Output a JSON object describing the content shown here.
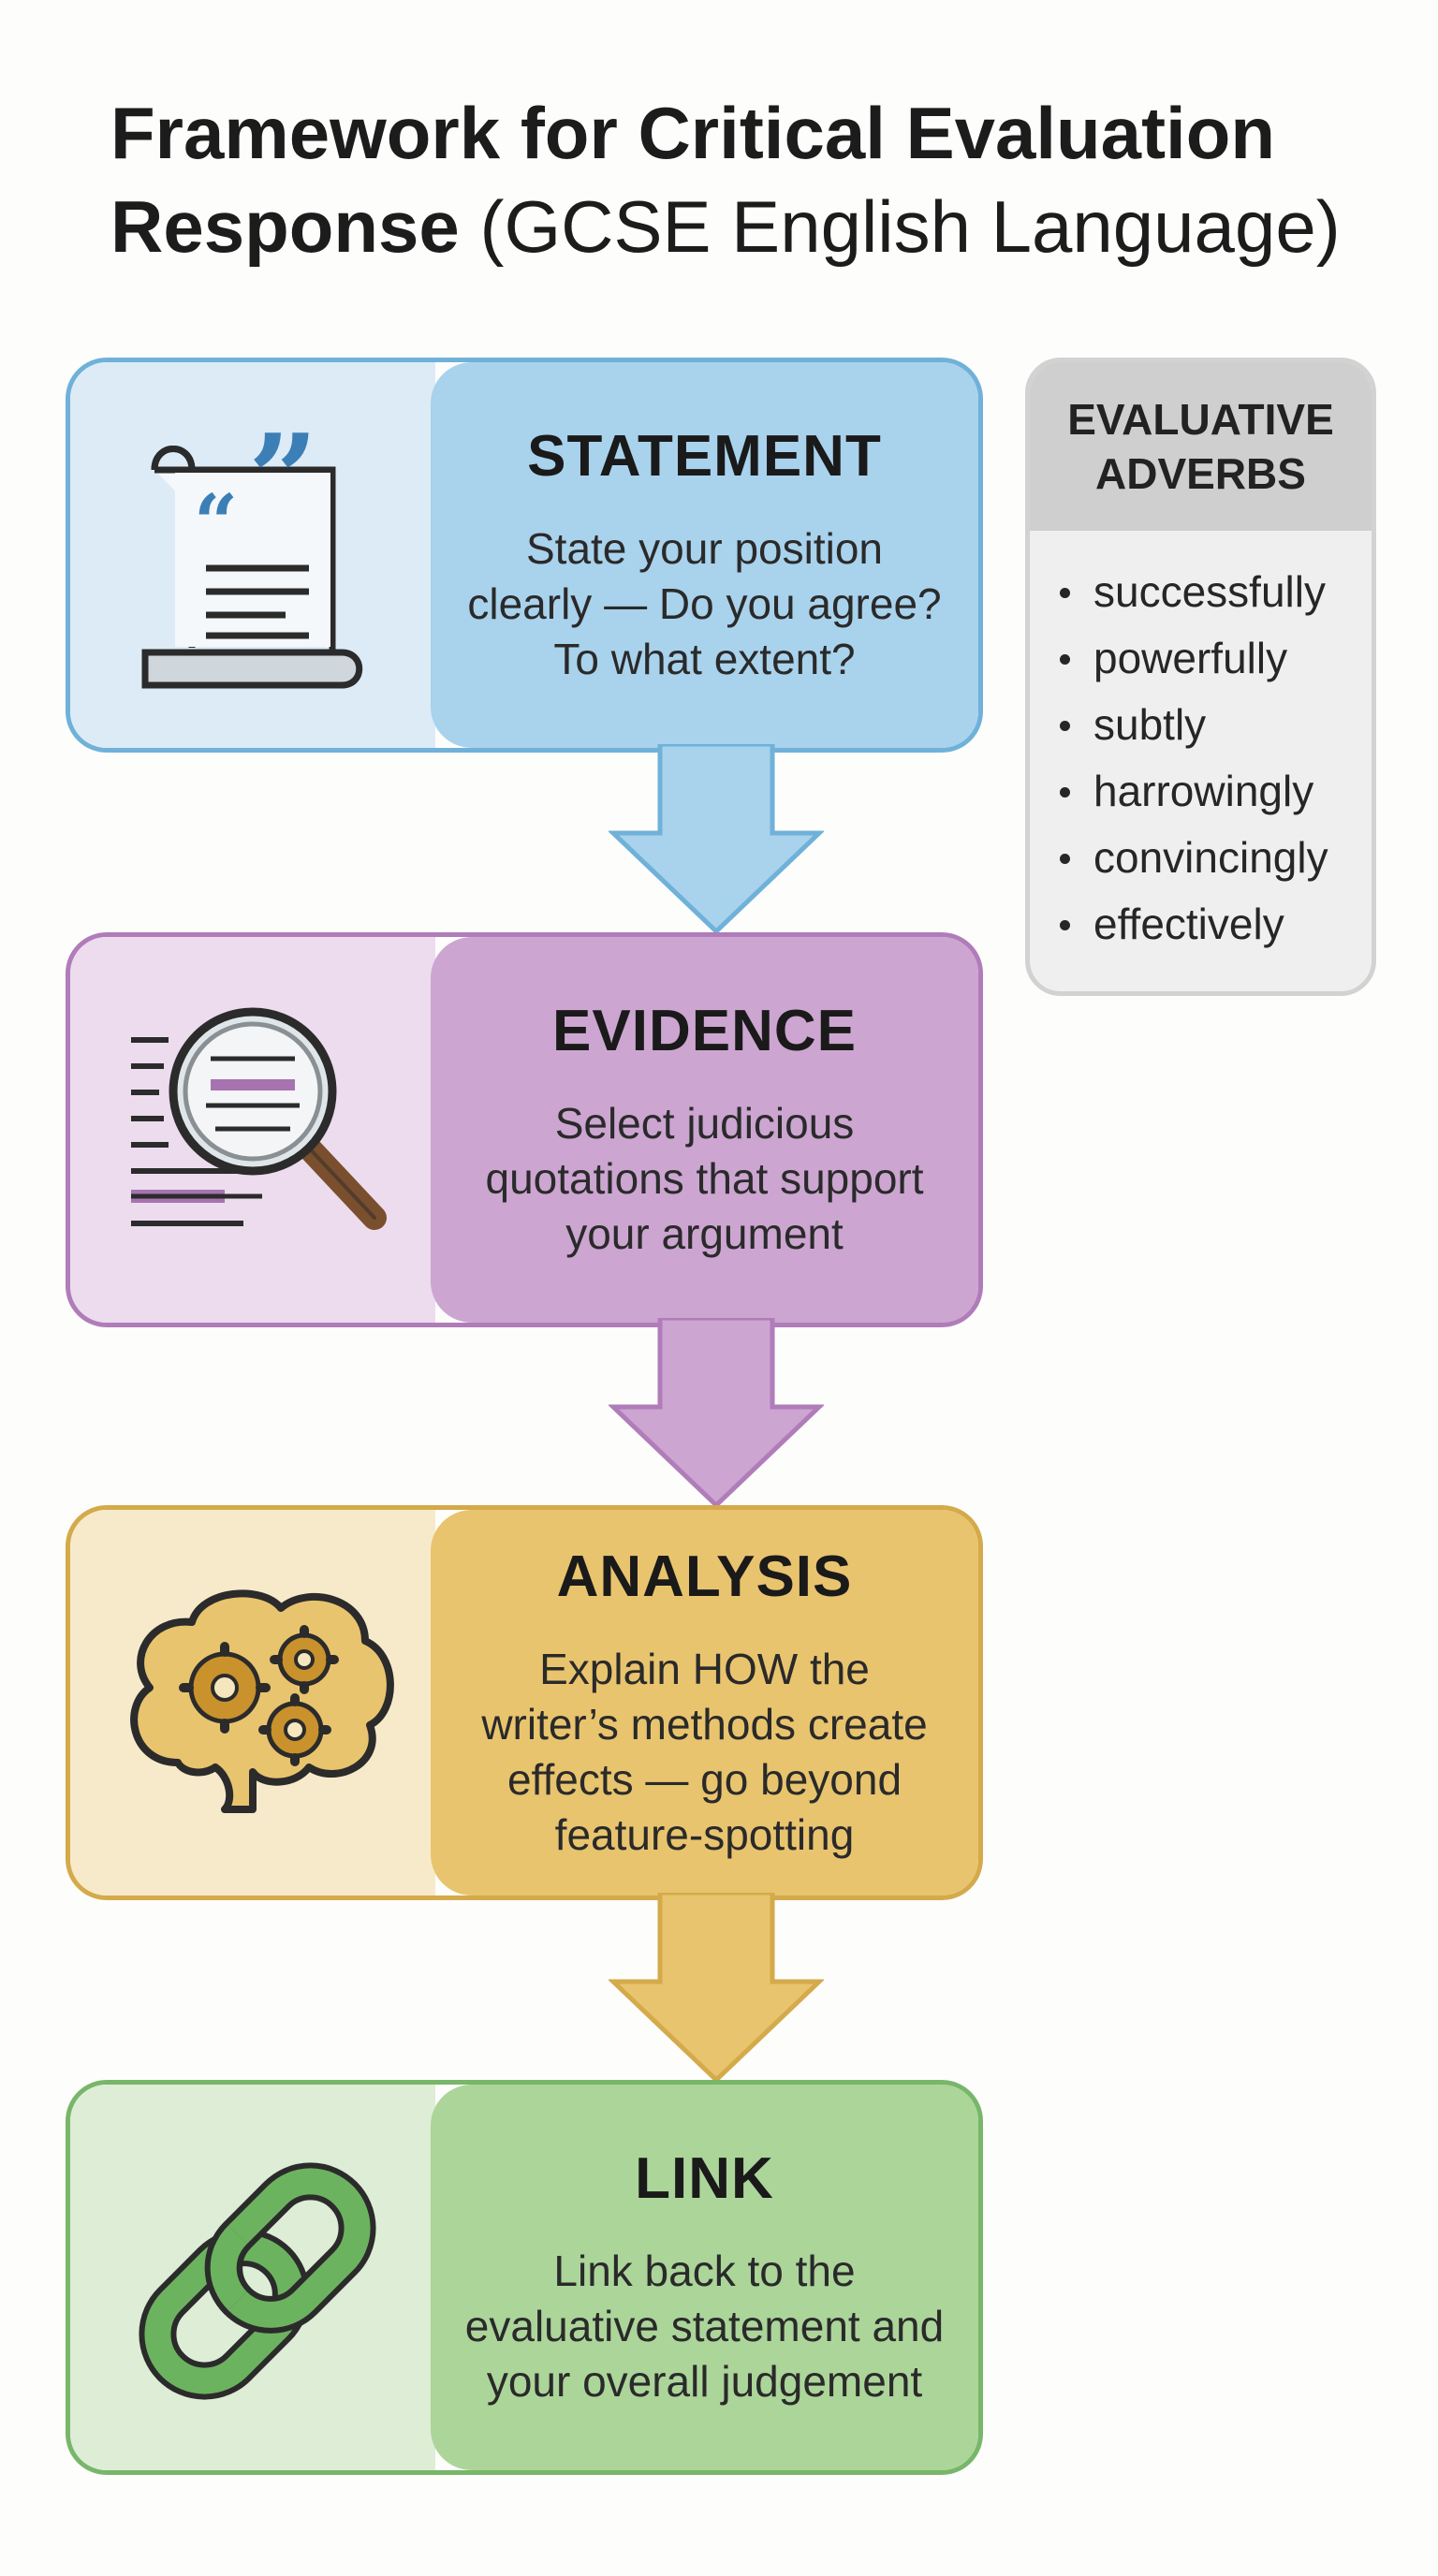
{
  "title": {
    "bold": "Framework for Critical Evaluation Response",
    "light": "(GCSE English Language)"
  },
  "steps": [
    {
      "heading": "STATEMENT",
      "description": "State your position\nclearly — Do you agree?\nTo what extent?",
      "icon": "quote-scroll-icon",
      "color": "#a9d2ec"
    },
    {
      "heading": "EVIDENCE",
      "description": "Select judicious\nquotations that support\nyour argument",
      "icon": "magnifying-glass-icon",
      "color": "#cca5d1"
    },
    {
      "heading": "ANALYSIS",
      "description": "Explain HOW the\nwriter’s methods create\neffects — go beyond\nfeature-spotting",
      "icon": "brain-gears-icon",
      "color": "#e9c46e"
    },
    {
      "heading": "LINK",
      "description": "Link back to the\nevaluative statement and\nyour overall judgement",
      "icon": "chain-link-icon",
      "color": "#acd59a"
    }
  ],
  "adverbs": {
    "heading": "EVALUATIVE\nADVERBS",
    "items": [
      "successfully",
      "powerfully",
      "subtly",
      "harrowingly",
      "convincingly",
      "effectively"
    ]
  }
}
